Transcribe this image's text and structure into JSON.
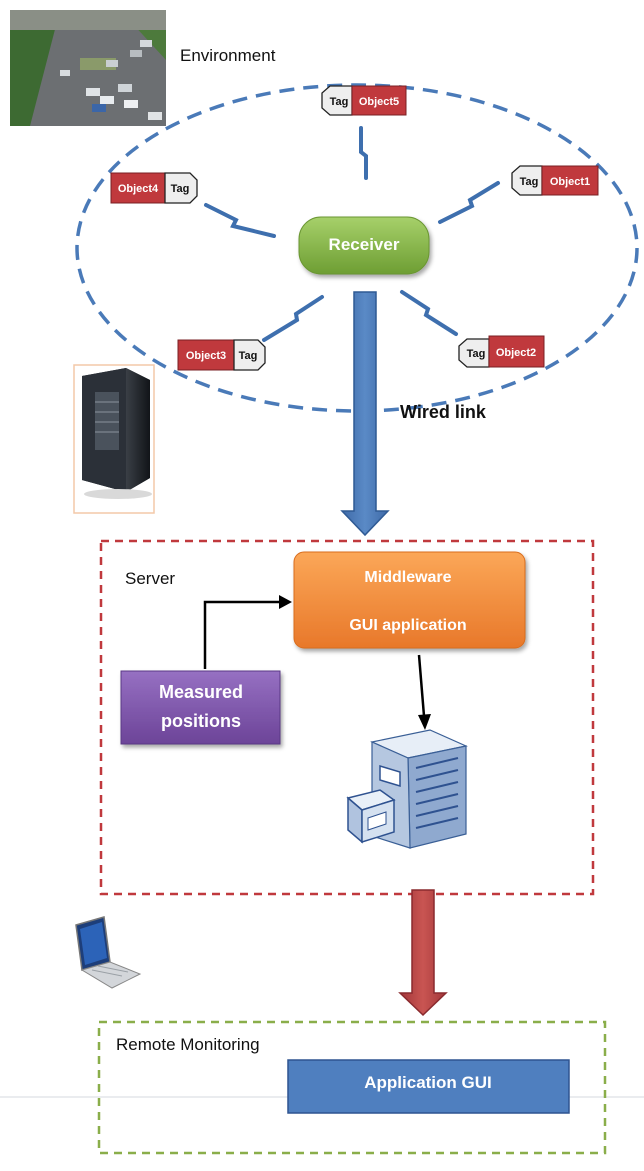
{
  "environment": {
    "title": "Environment",
    "receiver_label": "Receiver",
    "tag_label": "Tag",
    "objects": [
      "Object5",
      "Object1",
      "Object4",
      "Object3",
      "Object2"
    ]
  },
  "link_label": "Wired link",
  "server": {
    "title": "Server",
    "middleware_line1": "Middleware",
    "middleware_line2": "GUI application",
    "measured_line1": "Measured",
    "measured_line2": "positions"
  },
  "remote": {
    "title": "Remote Monitoring",
    "app_label": "Application GUI"
  },
  "icons": [
    "parking-lot-photo",
    "server-tower-icon",
    "file-cabinet-icon",
    "laptop-icon"
  ],
  "colors": {
    "ellipse": "#4a7ab8",
    "receiver": "#7aac3e",
    "object": "#c0393d",
    "wired_arrow": "#4a78b8",
    "server_border": "#c0393d",
    "middleware": "#f08a33",
    "measured": "#7e52a8",
    "remote_arrow": "#b8403e",
    "remote_border": "#8aae4a",
    "app_gui": "#4f7fbf"
  }
}
